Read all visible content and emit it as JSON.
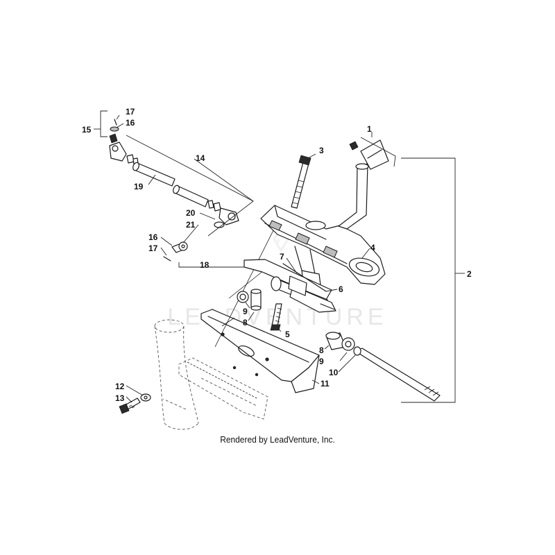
{
  "watermark": {
    "brand": "LEADVENTURE"
  },
  "caption": "Rendered by LeadVenture, Inc.",
  "callouts": [
    {
      "id": "c1",
      "text": "1"
    },
    {
      "id": "c2",
      "text": "2"
    },
    {
      "id": "c3",
      "text": "3"
    },
    {
      "id": "c4",
      "text": "4"
    },
    {
      "id": "c5",
      "text": "5"
    },
    {
      "id": "c6",
      "text": "6"
    },
    {
      "id": "c7",
      "text": "7"
    },
    {
      "id": "c8a",
      "text": "8"
    },
    {
      "id": "c8b",
      "text": "8"
    },
    {
      "id": "c9a",
      "text": "9"
    },
    {
      "id": "c9b",
      "text": "9"
    },
    {
      "id": "c10",
      "text": "10"
    },
    {
      "id": "c11",
      "text": "11"
    },
    {
      "id": "c12",
      "text": "12"
    },
    {
      "id": "c13",
      "text": "13"
    },
    {
      "id": "c14",
      "text": "14"
    },
    {
      "id": "c15",
      "text": "15"
    },
    {
      "id": "c16a",
      "text": "16"
    },
    {
      "id": "c16b",
      "text": "16"
    },
    {
      "id": "c17a",
      "text": "17"
    },
    {
      "id": "c17b",
      "text": "17"
    },
    {
      "id": "c18",
      "text": "18"
    },
    {
      "id": "c19",
      "text": "19"
    },
    {
      "id": "c20",
      "text": "20"
    },
    {
      "id": "c21",
      "text": "21"
    }
  ]
}
